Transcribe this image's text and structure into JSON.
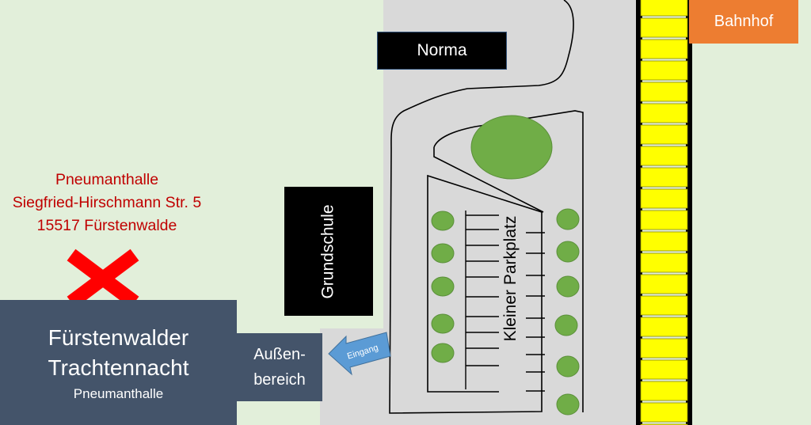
{
  "map": {
    "colors": {
      "background": "#e2efda",
      "pavement": "#d9d9d9",
      "building": "#000000",
      "event_box": "#44546a",
      "station": "#ed7d31",
      "tree": "#70ad47",
      "track_fill": "#ffff00",
      "marker": "#ff0000",
      "address_text": "#c00000",
      "arrow": "#5b9bd5"
    },
    "labels": {
      "norma": "Norma",
      "bahnhof": "Bahnhof",
      "grundschule": "Grundschule",
      "parkplatz": "Kleiner Parkplatz",
      "aussen_line1": "Außen-",
      "aussen_line2": "bereich",
      "eingang": "Eingang"
    },
    "address": {
      "line1": "Pneumanthalle",
      "line2": "Siegfried-Hirschmann Str. 5",
      "line3": "15517 Fürstenwalde"
    },
    "event": {
      "line1": "Fürstenwalder",
      "line2": "Trachtennacht",
      "line3": "Pneumanthalle"
    },
    "icons": {
      "marker": "red-x-marker",
      "entrance": "arrow-left-icon"
    }
  }
}
